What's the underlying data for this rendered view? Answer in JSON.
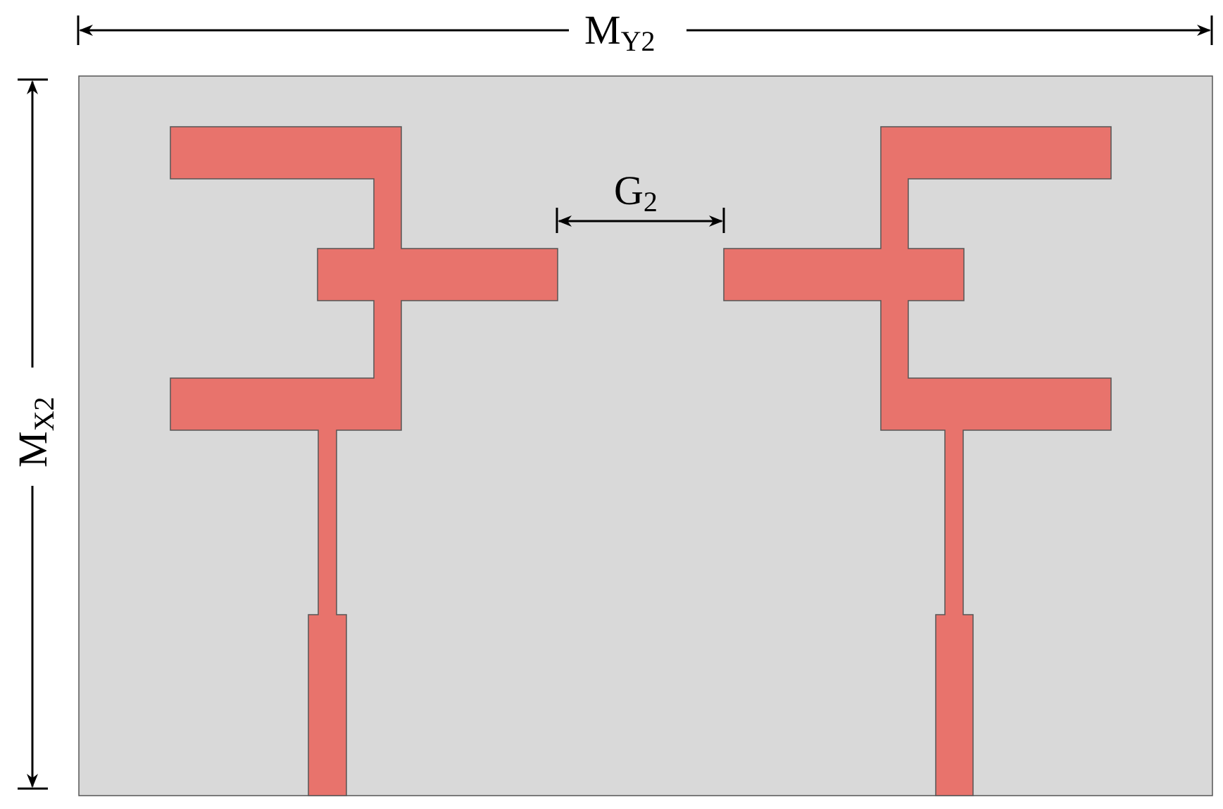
{
  "diagram": {
    "colors": {
      "substrate": "#d9d9d9",
      "substrate_border": "#555555",
      "conductor": "#e8736c",
      "conductor_border": "#555555",
      "dimension_line": "#000000"
    },
    "dimensions": {
      "width": {
        "base": "M",
        "subscript": "Y2"
      },
      "height": {
        "base": "M",
        "subscript": "X2"
      },
      "gap": {
        "base": "G",
        "subscript": "2"
      }
    }
  }
}
